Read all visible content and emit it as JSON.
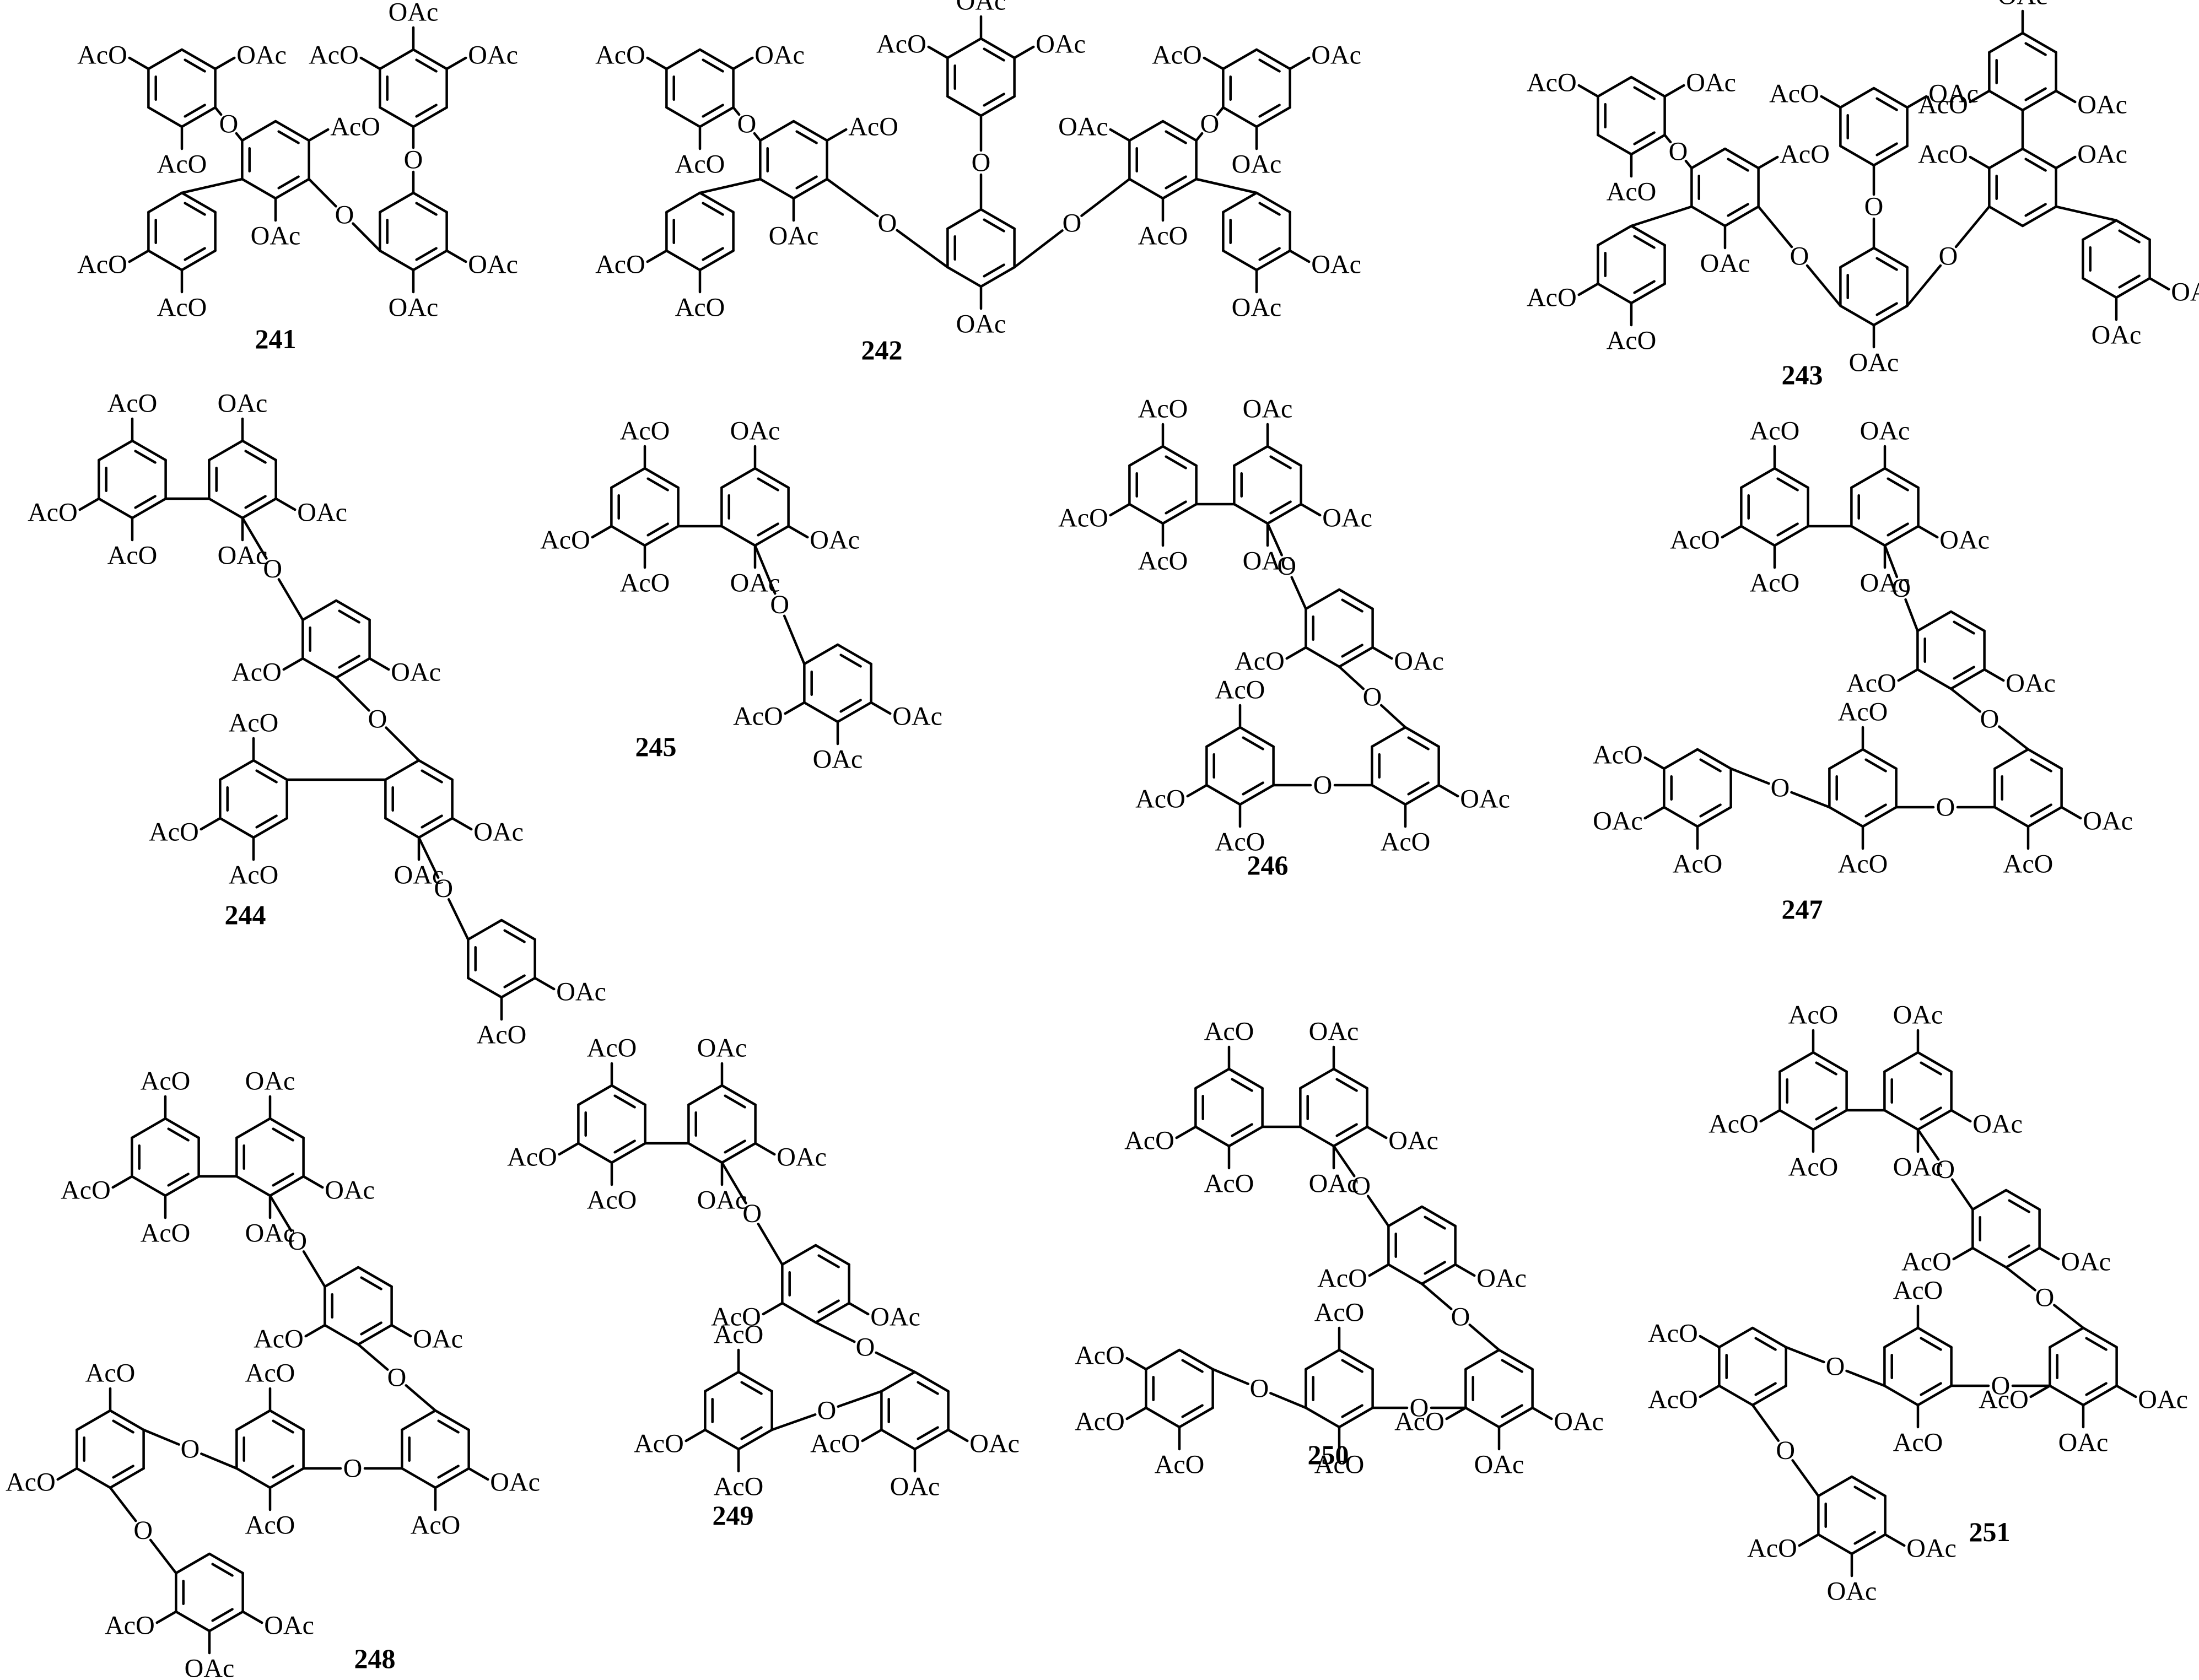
{
  "labels": {
    "oac": "OAc",
    "aco": "AcO",
    "o": "O"
  },
  "compounds": [
    {
      "id": "241"
    },
    {
      "id": "242"
    },
    {
      "id": "243"
    },
    {
      "id": "244"
    },
    {
      "id": "245"
    },
    {
      "id": "246"
    },
    {
      "id": "247"
    },
    {
      "id": "248"
    },
    {
      "id": "249"
    },
    {
      "id": "250"
    },
    {
      "id": "251"
    }
  ]
}
